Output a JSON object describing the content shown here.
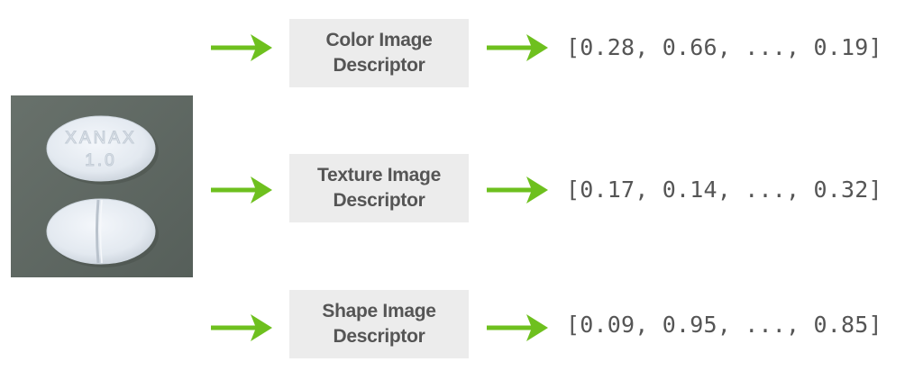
{
  "image": {
    "subject": "two white pills",
    "imprint_line1": "XANAX",
    "imprint_line2": "1.0"
  },
  "colors": {
    "arrow": "#6ec01e",
    "box_bg": "#ececec",
    "text": "#555555",
    "photo_bg": "#5e6862",
    "pill": "#e9eef4"
  },
  "rows": [
    {
      "descriptor_line1": "Color Image",
      "descriptor_line2": "Descriptor",
      "vector": "[0.28, 0.66, ..., 0.19]"
    },
    {
      "descriptor_line1": "Texture Image",
      "descriptor_line2": "Descriptor",
      "vector": "[0.17, 0.14, ..., 0.32]"
    },
    {
      "descriptor_line1": "Shape Image",
      "descriptor_line2": "Descriptor",
      "vector": "[0.09, 0.95, ..., 0.85]"
    }
  ]
}
